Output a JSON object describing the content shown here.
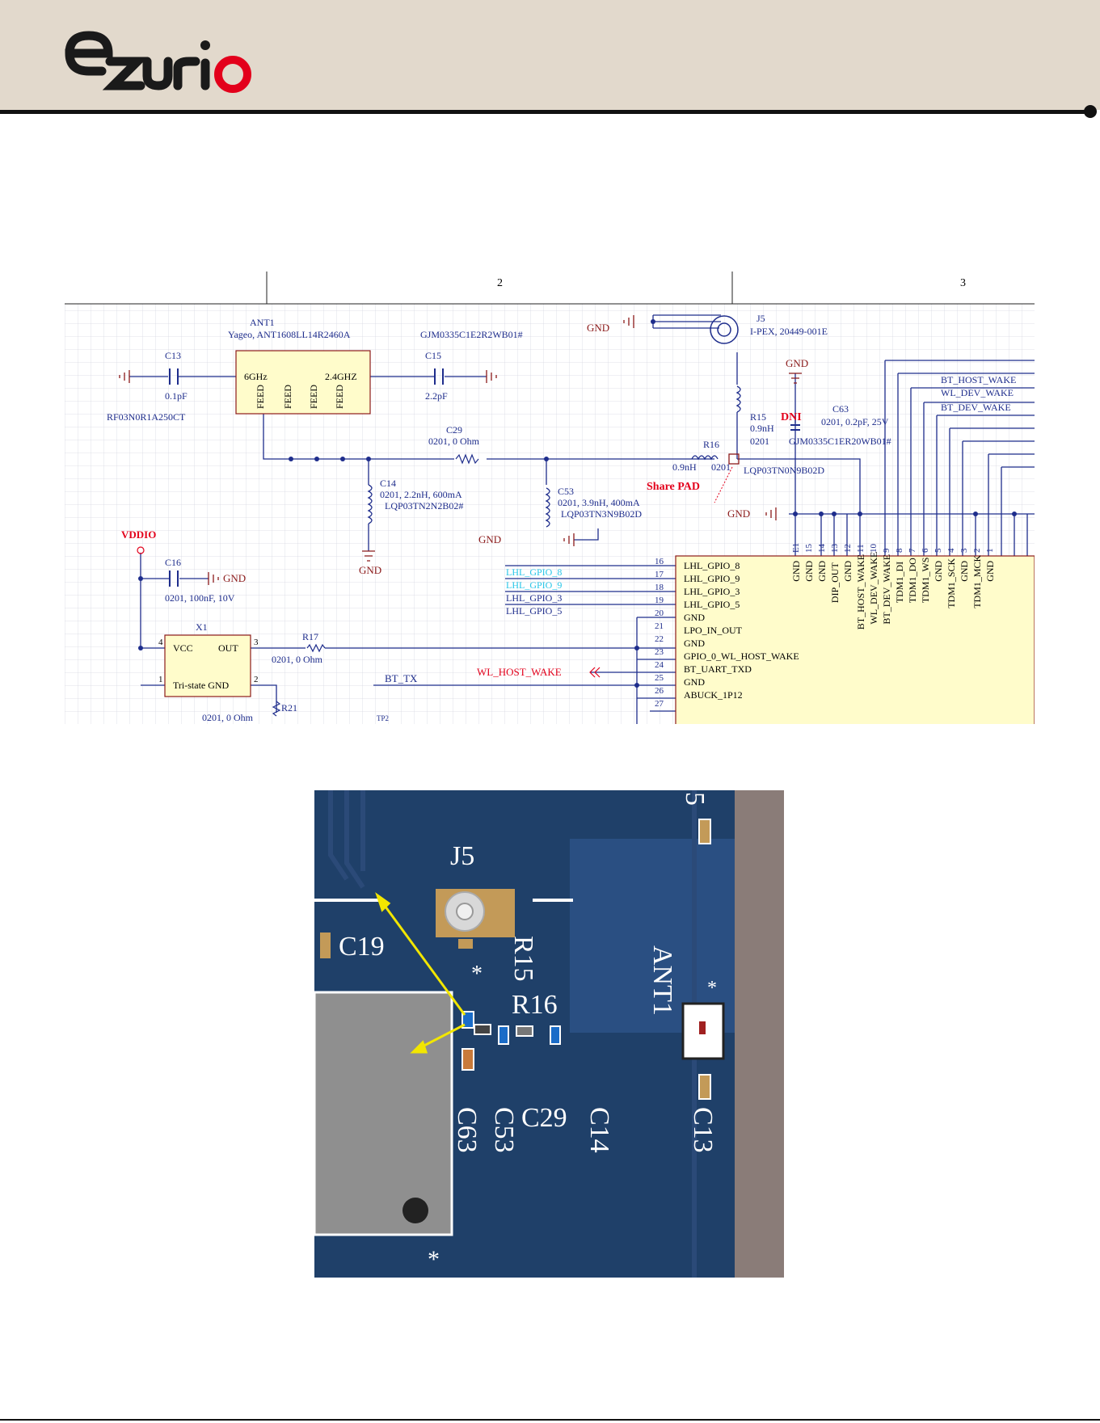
{
  "header": {
    "logo_text": "ezurio",
    "colors": {
      "band": "#e2d9cc",
      "logo_dark": "#1a1a1a",
      "logo_red": "#e3001b"
    }
  },
  "schematic": {
    "grid_zones": [
      "2",
      "3"
    ],
    "labels": {
      "ant1_ref": "ANT1",
      "ant1_part": "Yageo, ANT1608LL14R2460A",
      "ant1_pin_6ghz": "6GHz",
      "ant1_pin_24ghz": "2.4GHZ",
      "feed": "FEED",
      "c15_mfr": "GJM0335C1E2R2WB01#",
      "c13_ref": "C13",
      "c13_val": "0.1pF",
      "c13_part": "RF03N0R1A250CT",
      "c15_ref": "C15",
      "c15_val": "2.2pF",
      "c29_ref": "C29",
      "c29_val": "0201, 0 Ohm",
      "c14_ref": "C14",
      "c14_val": "0201, 2.2nH, 600mA",
      "c14_part": "LQP03TN2N2B02#",
      "c53_ref": "C53",
      "c53_val": "0201, 3.9nH, 400mA",
      "c53_part": "LQP03TN3N9B02D",
      "j5_ref": "J5",
      "j5_part": "I-PEX, 20449-001E",
      "r15_ref": "R15",
      "r15_val": "0.9nH",
      "r15_pkg": "0201",
      "dni": "DNI",
      "r16_ref": "R16",
      "r16_val": "0.9nH",
      "r16_pkg": "0201",
      "r16_part": "LQP03TN0N9B02D",
      "share_pad": "Share PAD",
      "c63_ref": "C63",
      "c63_val": "0201, 0.2pF, 25V",
      "c63_part": "GJM0335C1ER20WB01#",
      "gnd": "GND",
      "vddio": "VDDIO",
      "c16_ref": "C16",
      "c16_val": "0201, 100nF, 10V",
      "x1_ref": "X1",
      "x1_vcc": "VCC",
      "x1_out": "OUT",
      "x1_tristate": "Tri-state GND",
      "r17_ref": "R17",
      "r17_val": "0201, 0 Ohm",
      "r21_ref": "R21",
      "r21_val": "0201, 0 Ohm",
      "bt_tx": "BT_TX",
      "tp2": "TP2",
      "wl_host_wake_net": "WL_HOST_WAKE",
      "bt_host_wake": "BT_HOST_WAKE",
      "wl_dev_wake": "WL_DEV_WAKE",
      "bt_dev_wake": "BT_DEV_WAKE",
      "e1": "E1"
    },
    "gpio_nets": [
      "LHL_GPIO_8",
      "LHL_GPIO_9",
      "LHL_GPIO_3",
      "LHL_GPIO_5"
    ],
    "left_pins": [
      {
        "num": "16",
        "name": "LHL_GPIO_8"
      },
      {
        "num": "17",
        "name": "LHL_GPIO_9"
      },
      {
        "num": "18",
        "name": "LHL_GPIO_3"
      },
      {
        "num": "19",
        "name": "LHL_GPIO_5"
      },
      {
        "num": "20",
        "name": "GND"
      },
      {
        "num": "21",
        "name": "LPO_IN_OUT"
      },
      {
        "num": "22",
        "name": "GND"
      },
      {
        "num": "23",
        "name": "GPIO_0_WL_HOST_WAKE"
      },
      {
        "num": "24",
        "name": "BT_UART_TXD"
      },
      {
        "num": "25",
        "name": "GND"
      },
      {
        "num": "26",
        "name": "ABUCK_1P12"
      },
      {
        "num": "27",
        "name": ""
      }
    ],
    "top_pins": [
      {
        "num": "E1",
        "name": "GND"
      },
      {
        "num": "15",
        "name": "GND"
      },
      {
        "num": "14",
        "name": "GND"
      },
      {
        "num": "13",
        "name": "DIP_OUT"
      },
      {
        "num": "12",
        "name": "GND"
      },
      {
        "num": "11",
        "name": "BT_HOST_WAKE"
      },
      {
        "num": "10",
        "name": "WL_DEV_WAKE"
      },
      {
        "num": "9",
        "name": "BT_DEV_WAKE"
      },
      {
        "num": "8",
        "name": "TDM1_DI"
      },
      {
        "num": "7",
        "name": "TDM1_DO"
      },
      {
        "num": "6",
        "name": "TDM1_WS"
      },
      {
        "num": "5",
        "name": "GND"
      },
      {
        "num": "4",
        "name": "TDM1_SCK"
      },
      {
        "num": "3",
        "name": "GND"
      },
      {
        "num": "2",
        "name": "TDM1_MCK"
      },
      {
        "num": "1",
        "name": "GND"
      }
    ],
    "colors": {
      "wire": "#1e2d8c",
      "label": "#1e2d8c",
      "red": "#e3001b",
      "part_fill": "#fffccb",
      "gnd": "#8b1a1a",
      "cyan": "#26c6e8"
    }
  },
  "pcb": {
    "designators": [
      "J5",
      "C19",
      "R15",
      "R16",
      "ANT1",
      "C63",
      "C53",
      "C29",
      "C14",
      "C13",
      "5"
    ],
    "colors": {
      "board": "#1f4069",
      "silk": "#ffffff",
      "arrow": "#f2e600",
      "pad": "#c39a58"
    }
  }
}
